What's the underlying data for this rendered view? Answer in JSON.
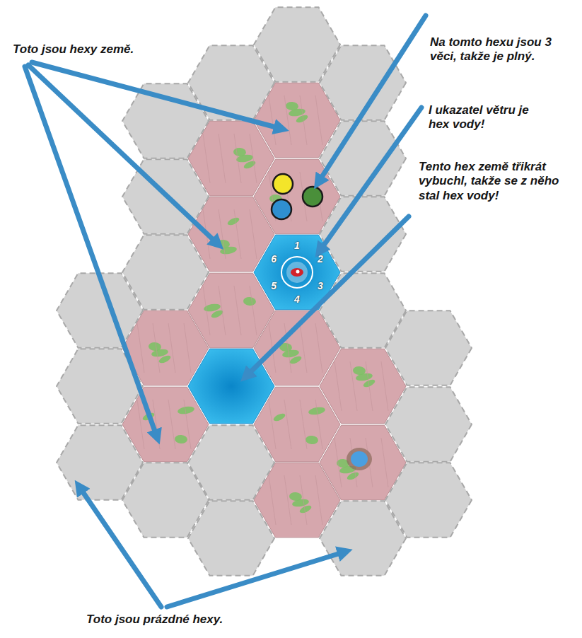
{
  "diagram": {
    "labels": [
      "Toto jsou hexy země.",
      "Na tomto hexu jsou 3 věci, takže je plný.",
      "I ukazatel větru je hex vody!",
      "Tento hex země třikrát vybuchl, takže se z něho stal hex vody!",
      "Toto jsou prázdné hexy.",
      "1",
      "2",
      "3",
      "4",
      "5",
      "6"
    ]
  }
}
